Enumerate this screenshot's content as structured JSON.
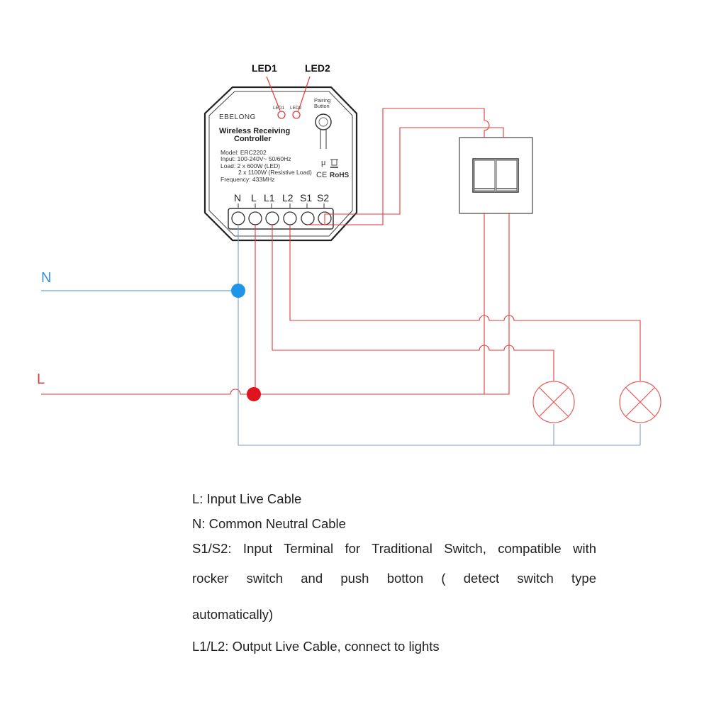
{
  "device": {
    "brand": "EBELONG",
    "title_line1": "Wireless Receiving",
    "title_line2": "Controller",
    "specs": [
      "Model: ERC2202",
      "Input: 100-240V~  50/60Hz",
      "Load: 2 x 600W (LED)",
      "2 x 1100W (Resistive Load)",
      "Frequency: 433MHz"
    ],
    "led1_small": "LED1",
    "led2_small": "LED2",
    "pairing_line1": "Pairing",
    "pairing_line2": "Button",
    "mu_mark": "μ",
    "ce_mark": "CE",
    "rohs_mark": "RoHS",
    "terminals": [
      "N",
      "L",
      "L1",
      "L2",
      "S1",
      "S2"
    ]
  },
  "callouts": {
    "led1": "LED1",
    "led2": "LED2"
  },
  "lines": {
    "neutral": "N",
    "live": "L"
  },
  "colors": {
    "neutral": "#3a8fd6",
    "live": "#e23a3a",
    "neutral_dot": "#1e95e8",
    "live_dot": "#e0141e",
    "wire_gray": "#7a9ec6"
  },
  "legend": {
    "line1": "L: Input Live Cable",
    "line2": "N: Common Neutral Cable",
    "line3": "S1/S2: Input Terminal for Traditional Switch, compatible with",
    "line4": "rocker switch and push botton ( detect switch type",
    "line5": "automatically)",
    "line6": "L1/L2: Output Live Cable, connect to lights"
  }
}
